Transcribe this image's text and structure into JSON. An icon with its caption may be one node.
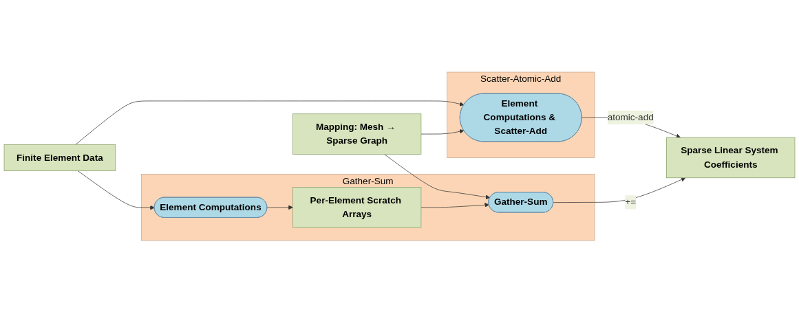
{
  "diagram": {
    "nodes": [
      {
        "text": [
          "Scatter-Atomic-Add"
        ]
      },
      {
        "text": [
          "Element Computations & Scatter-Add"
        ],
        "in": 0
      },
      {
        "text": [
          "Finite Element Data"
        ]
      },
      {
        "text": [
          "Mapping: Mesh → Sparse Graph"
        ]
      },
      {
        "text": [
          "Sparse Linear System Coefficients"
        ]
      },
      {
        "text": [
          "Gather-Sum"
        ]
      },
      {
        "text": [
          "Element Computations"
        ],
        "in": 5
      },
      {
        "text": [
          "Per-Element Scratch Arrays"
        ],
        "in": 5
      },
      {
        "text": [
          "Gather-Sum"
        ],
        "in": 5
      }
    ],
    "edges": [
      {
        "from": 2,
        "to": 1,
        "arrow": "to"
      },
      {
        "from": 2,
        "to": 6,
        "arrow": "to"
      },
      {
        "from": 3,
        "to": 1,
        "arrow": "to"
      },
      {
        "from": 3,
        "to": 8,
        "arrow": "to"
      },
      {
        "from": 1,
        "to": 4,
        "arrow": "to",
        "label": "atomic-add"
      },
      {
        "from": 6,
        "to": 7,
        "arrow": "to"
      },
      {
        "from": 7,
        "to": 8,
        "arrow": "to"
      },
      {
        "from": 8,
        "to": 4,
        "arrow": "to",
        "label": "+="
      }
    ]
  }
}
